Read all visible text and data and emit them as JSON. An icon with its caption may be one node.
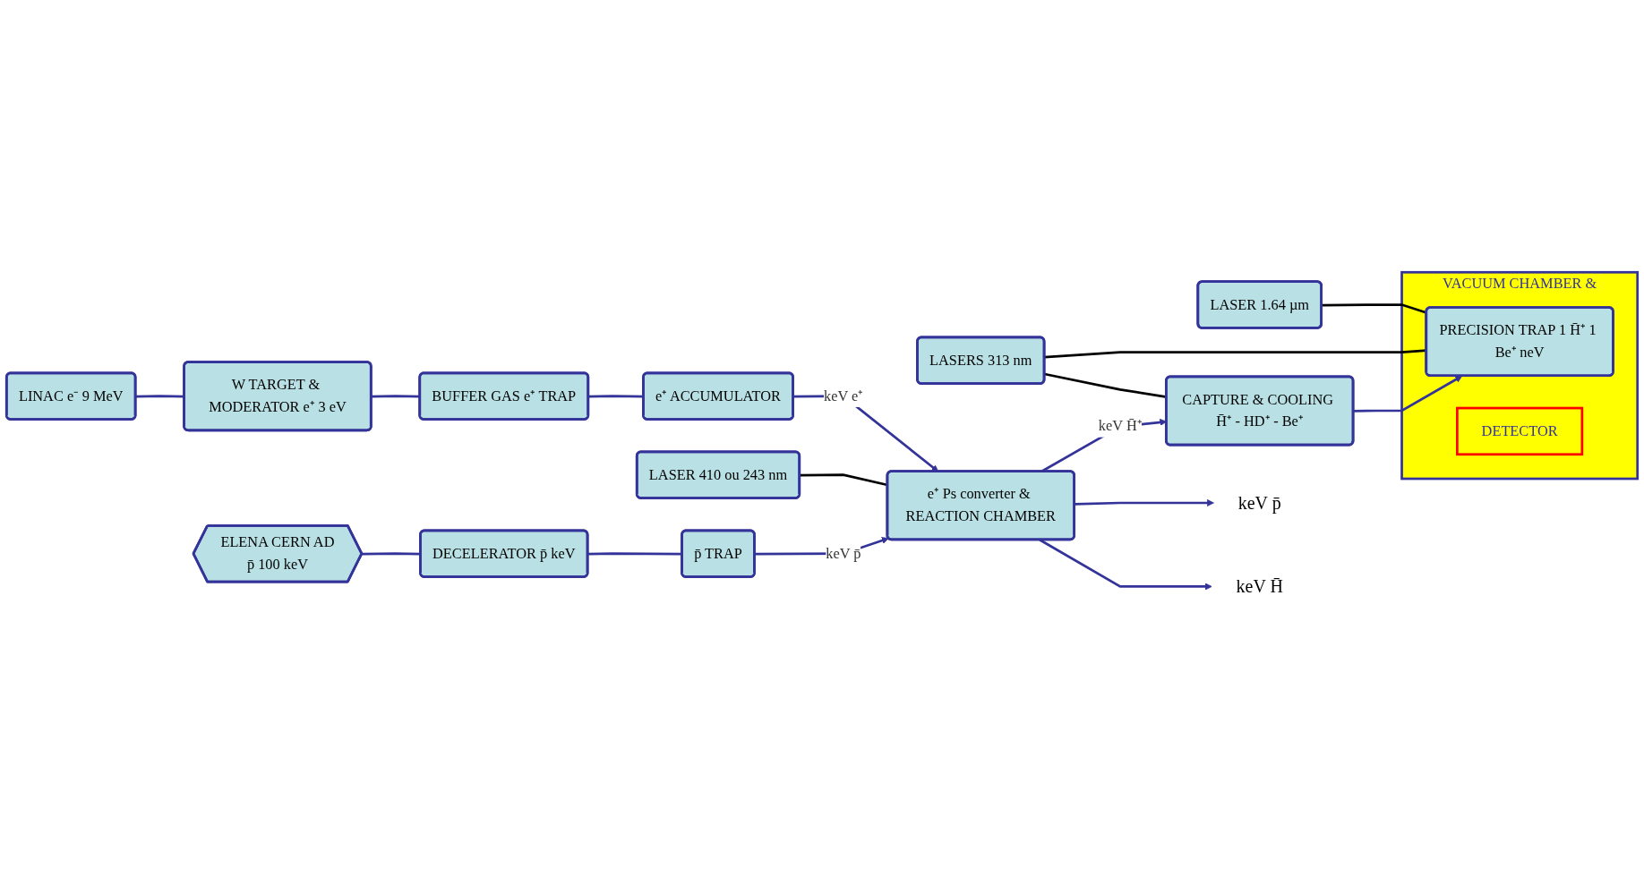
{
  "diagram": {
    "nodes": [
      {
        "text": [
          "LASER 1.64 µm"
        ]
      },
      {
        "text": [
          "VACUUM CHAMBER &"
        ]
      },
      {
        "text": [
          "PRECISION TRAP 1 H̄⁺ 1 Be⁺ neV"
        ],
        "in": 1
      },
      {
        "text": [
          "DETECTOR"
        ],
        "in": 1
      },
      {
        "text": [
          "keV H̄"
        ]
      },
      {
        "text": [
          "CAPTURE & COOLING H̄⁺ - HD⁺ - Be⁺"
        ]
      },
      {
        "text": [
          "keV p̄"
        ]
      },
      {
        "text": [
          "LASERS 313 nm"
        ]
      },
      {
        "text": [
          "LINAC e⁻ 9 MeV"
        ]
      },
      {
        "text": [
          "W TARGET & MODERATOR e⁺ 3 eV"
        ]
      },
      {
        "text": [
          "BUFFER GAS e⁺ TRAP"
        ]
      },
      {
        "text": [
          "e⁺ ACCUMULATOR"
        ]
      },
      {
        "text": [
          "LASER 410 ou 243 nm"
        ]
      },
      {
        "text": [
          "e⁺ Ps converter & REACTION CHAMBER"
        ]
      },
      {
        "text": [
          "ELENA CERN AD",
          "p̄ 100 keV"
        ]
      },
      {
        "text": [
          "DECELERATOR p̄ keV"
        ]
      },
      {
        "text": [
          "p̄ TRAP"
        ]
      }
    ],
    "edges": [
      {
        "from": 0,
        "to": 2,
        "arrow": "none",
        "color": "#000000"
      },
      {
        "from": 5,
        "to": 2,
        "arrow": "to"
      },
      {
        "from": 7,
        "to": 2,
        "arrow": "none",
        "color": "#000000"
      },
      {
        "from": 7,
        "to": 5,
        "arrow": "none",
        "color": "#000000"
      },
      {
        "from": 13,
        "to": 5,
        "arrow": "to",
        "label": "keV H̄⁺"
      },
      {
        "from": 13,
        "to": 6,
        "arrow": "to"
      },
      {
        "from": 13,
        "to": 4,
        "arrow": "to"
      },
      {
        "from": 8,
        "to": 9,
        "arrow": "none"
      },
      {
        "from": 9,
        "to": 10,
        "arrow": "none"
      },
      {
        "from": 10,
        "to": 11,
        "arrow": "none"
      },
      {
        "from": 11,
        "to": 13,
        "arrow": "to",
        "label": "keV e⁺"
      },
      {
        "from": 12,
        "to": 13,
        "arrow": "none",
        "color": "#000000"
      },
      {
        "from": 14,
        "to": 15,
        "arrow": "none"
      },
      {
        "from": 15,
        "to": 16,
        "arrow": "none"
      },
      {
        "from": 16,
        "to": 13,
        "arrow": "to",
        "label": "keV p̄"
      }
    ]
  }
}
